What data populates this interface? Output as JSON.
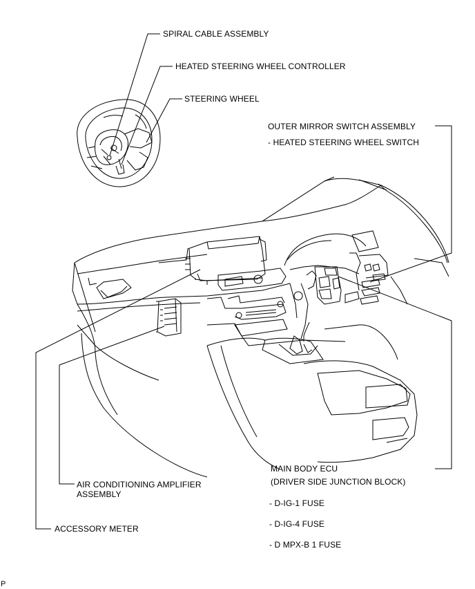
{
  "labels": {
    "spiral_cable_assembly": "SPIRAL CABLE ASSEMBLY",
    "heated_steering_wheel_controller": "HEATED STEERING WHEEL CONTROLLER",
    "steering_wheel": "STEERING WHEEL",
    "outer_mirror_switch_assembly": "OUTER MIRROR SWITCH ASSEMBLY",
    "heated_steering_wheel_switch": "- HEATED STEERING WHEEL SWITCH",
    "main_body_ecu": "MAIN BODY ECU",
    "driver_side_junction_block": "(DRIVER SIDE JUNCTION BLOCK)",
    "d_ig_1_fuse": "- D-IG-1 FUSE",
    "d_ig_4_fuse": "- D-IG-4 FUSE",
    "d_mpx_b_1_fuse": "- D MPX-B 1 FUSE",
    "air_conditioning_amplifier_line1": "AIR CONDITIONING AMPLIFIER",
    "air_conditioning_amplifier_line2": "ASSEMBLY",
    "accessory_meter": "ACCESSORY METER",
    "corner_mark": "P"
  }
}
